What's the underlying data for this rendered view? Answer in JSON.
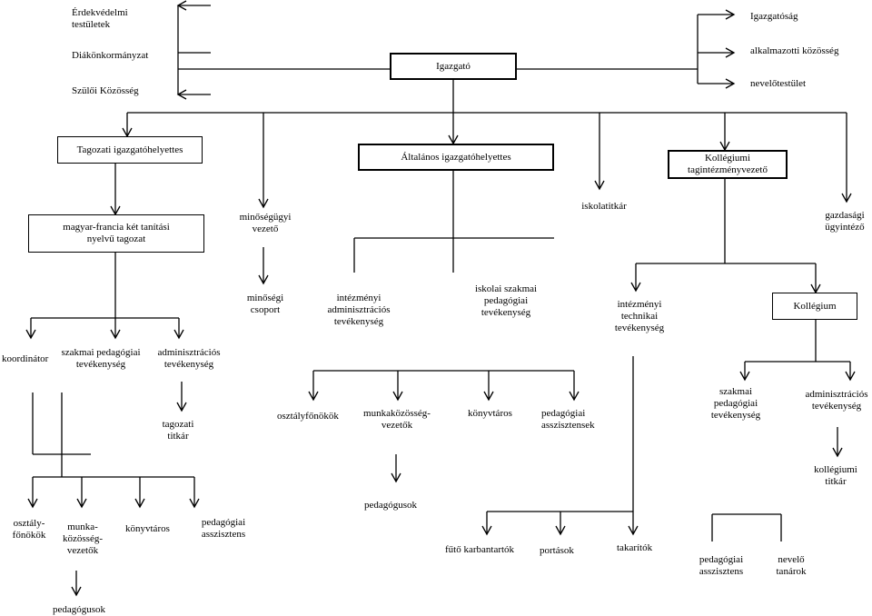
{
  "left_group": {
    "erdekvedelmi": "Érdekvédelmi\ntestületek",
    "diak": "Diákönkormányzat",
    "szuloi": "Szülői Közösség"
  },
  "right_group": {
    "igazgatosag": "Igazgatóság",
    "alkalmazotti": "alkalmazotti közösség",
    "nevelotestulet": "nevelőtestület"
  },
  "igazgato": "Igazgató",
  "level2": {
    "tagozati": "Tagozati igazgatóhelyettes",
    "altalanos": "Általános igazgatóhelyettes",
    "kollegiumi": "Kollégiumi\ntagintézményvezető",
    "iskolatitkar": "iskolatitkár",
    "gazdasagi": "gazdasági\nügyintéző"
  },
  "level3": {
    "magyar_francia": "magyar-francia két tanítási\nnyelvű tagozat",
    "minosegugyi": "minőségügyi\nvezető"
  },
  "level4": {
    "minosegi_csoport": "minőségi\ncsoport",
    "intezmenyi_adm": "intézményi\nadminisztrációs\ntevékenység",
    "iskolai_szakmai": "iskolai szakmai\npedagógiai\ntevékenység",
    "intezmenyi_tech": "intézményi\ntechnikai\ntevékenység",
    "kollegium": "Kollégium"
  },
  "tagozat_branch": {
    "koordinator": "koordinátor",
    "szakmai": "szakmai pedagógiai\ntevékenység",
    "adminisztracios": "adminisztrációs\ntevékenység",
    "tagozati_titkar": "tagozati\ntitkár",
    "osztalyfonokok": "osztály-\nfőnökök",
    "munkakozosseg": "munka-\nközösség-\nvezetők",
    "konyvtaros": "könyvtáros",
    "ped_asszisztens": "pedagógiai\nasszisztens",
    "pedagogusok": "pedagógusok"
  },
  "school_branch": {
    "osztalyfonokok": "osztályfőnökök",
    "munkakozosseg": "munkaközösség-\nvezetők",
    "konyvtaros": "könyvtáros",
    "ped_asszisztensek": "pedagógiai\nasszisztensek",
    "pedagogusok": "pedagógusok"
  },
  "tech_branch": {
    "futo": "fűtő karbantartók",
    "portasok": "portások",
    "takaritok": "takarítók"
  },
  "college_branch": {
    "szakmai": "szakmai\npedagógiai\ntevékenység",
    "adminisztracios": "adminisztrációs\ntevékenység",
    "kollegiumi_titkar": "kollégiumi\ntitkár",
    "ped_asszisztens": "pedagógiai\nasszisztens",
    "nevelo_tanarok": "nevelő\ntanárok"
  },
  "colors": {
    "line": "#000000",
    "background": "#ffffff"
  }
}
